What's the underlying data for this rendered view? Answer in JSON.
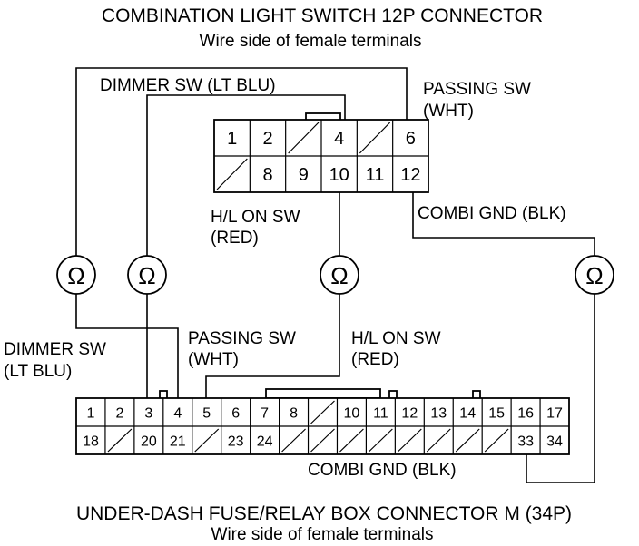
{
  "top_connector": {
    "title": "COMBINATION LIGHT SWITCH 12P CONNECTOR",
    "subtitle": "Wire side of female terminals",
    "row1": [
      "1",
      "2",
      "",
      "4",
      "",
      "6"
    ],
    "row2": [
      "",
      "8",
      "9",
      "10",
      "11",
      "12"
    ]
  },
  "bottom_connector": {
    "title": "UNDER-DASH FUSE/RELAY BOX CONNECTOR M (34P)",
    "subtitle": "Wire side of female terminals",
    "row1": [
      "1",
      "2",
      "3",
      "4",
      "5",
      "6",
      "7",
      "8",
      "",
      "10",
      "11",
      "12",
      "13",
      "14",
      "15",
      "16",
      "17"
    ],
    "row2": [
      "18",
      "",
      "20",
      "21",
      "",
      "23",
      "24",
      "",
      "",
      "",
      "",
      "",
      "",
      "",
      "",
      "33",
      "34"
    ]
  },
  "labels": {
    "dimmer_top": "DIMMER SW (LT BLU)",
    "passing_top_1": "PASSING SW",
    "passing_top_2": "(WHT)",
    "hl_top_1": "H/L ON SW",
    "hl_top_2": "(RED)",
    "combi_top": "COMBI GND (BLK)",
    "dimmer_bot_1": "DIMMER SW",
    "dimmer_bot_2": "(LT BLU)",
    "passing_bot_1": "PASSING SW",
    "passing_bot_2": "(WHT)",
    "hl_bot_1": "H/L ON SW",
    "hl_bot_2": "(RED)",
    "combi_bot": "COMBI GND (BLK)"
  },
  "meter_symbol": "Ω",
  "meters": [
    "Ω",
    "Ω",
    "Ω",
    "Ω"
  ]
}
